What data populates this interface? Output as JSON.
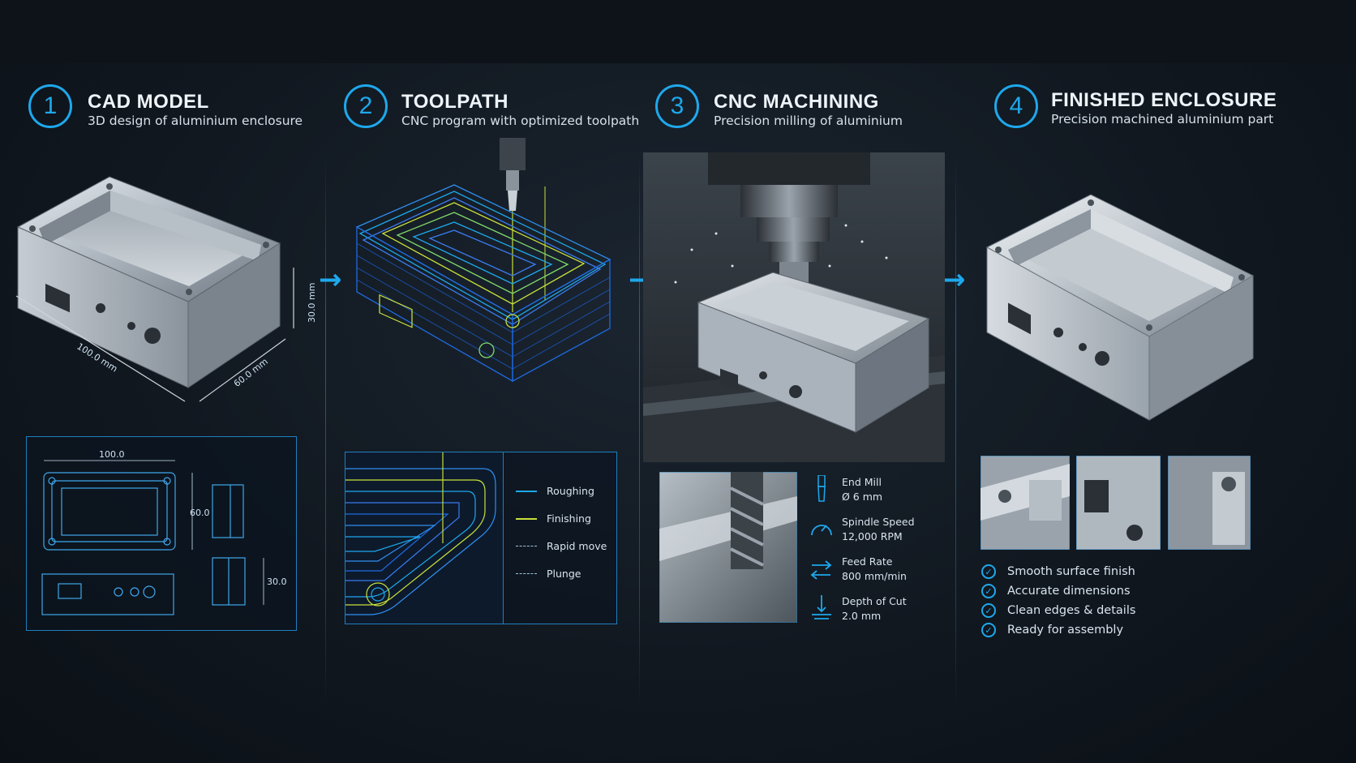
{
  "steps": [
    {
      "number": "1",
      "title": "CAD MODEL",
      "subtitle": "3D design of aluminium enclosure"
    },
    {
      "number": "2",
      "title": "TOOLPATH",
      "subtitle": "CNC program with optimized toolpath"
    },
    {
      "number": "3",
      "title": "CNC MACHINING",
      "subtitle": "Precision milling of aluminium"
    },
    {
      "number": "4",
      "title": "FINISHED ENCLOSURE",
      "subtitle": "Precision machined aluminium part"
    }
  ],
  "cad": {
    "dim_length": "100.0 mm",
    "dim_width": "60.0 mm",
    "dim_height": "30.0 mm",
    "drawing_length": "100.0",
    "drawing_width": "60.0",
    "drawing_height": "30.0"
  },
  "toolpath_legend": [
    {
      "label": "Roughing",
      "color": "#1ea8ec",
      "style": "solid"
    },
    {
      "label": "Finishing",
      "color": "#c8e03a",
      "style": "solid"
    },
    {
      "label": "Rapid move",
      "color": "#9fc3de",
      "style": "dashed"
    },
    {
      "label": "Plunge",
      "color": "#9fc3de",
      "style": "dashed"
    }
  ],
  "machining_specs": [
    {
      "icon": "end-mill-icon",
      "name": "End Mill",
      "value": "Ø 6 mm"
    },
    {
      "icon": "spindle-gauge-icon",
      "name": "Spindle Speed",
      "value": "12,000 RPM"
    },
    {
      "icon": "feed-arrows-icon",
      "name": "Feed Rate",
      "value": "800 mm/min"
    },
    {
      "icon": "depth-icon",
      "name": "Depth of Cut",
      "value": "2.0 mm"
    }
  ],
  "features": [
    "Smooth surface finish",
    "Accurate dimensions",
    "Clean edges & details",
    "Ready for assembly"
  ],
  "colors": {
    "accent": "#1ea8ec",
    "finishing": "#c8e03a",
    "background": "#111820"
  }
}
